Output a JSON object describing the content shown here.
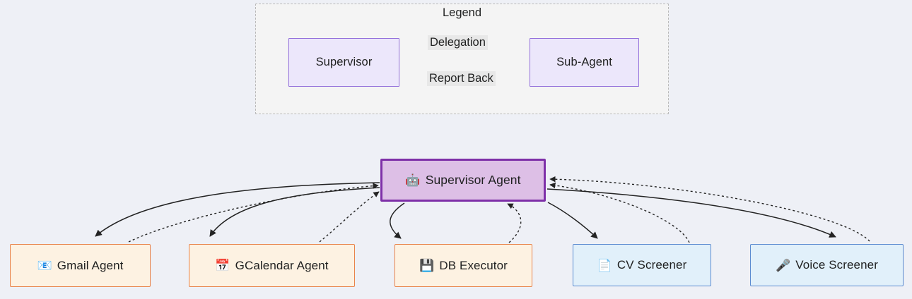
{
  "diagram": {
    "background_color": "#eef0f6",
    "legend": {
      "title": "Legend",
      "supervisor_label": "Supervisor",
      "subagent_label": "Sub-Agent",
      "delegation_label": "Delegation",
      "report_back_label": "Report Back",
      "border_color": "#b8b8b8",
      "node_fill": "#ece7fb",
      "node_border": "#9370db"
    },
    "supervisor": {
      "label": "Supervisor Agent",
      "icon": "robot-emoji",
      "icon_glyph": "🤖",
      "fill": "#ddbfe6",
      "border": "#7e30a8"
    },
    "agents": [
      {
        "id": "gmail",
        "label": "Gmail Agent",
        "icon": "email-emoji",
        "icon_glyph": "📧",
        "fill": "#fdf2e2",
        "border": "#e8834a"
      },
      {
        "id": "gcalendar",
        "label": "GCalendar Agent",
        "icon": "calendar-emoji",
        "icon_glyph": "📅",
        "fill": "#fdf2e2",
        "border": "#e8834a"
      },
      {
        "id": "db",
        "label": "DB Executor",
        "icon": "floppy-disk-emoji",
        "icon_glyph": "💾",
        "fill": "#fdf2e2",
        "border": "#e8834a"
      },
      {
        "id": "cv",
        "label": "CV Screener",
        "icon": "page-emoji",
        "icon_glyph": "📄",
        "fill": "#e1f0fa",
        "border": "#5b8bd0"
      },
      {
        "id": "voice",
        "label": "Voice Screener",
        "icon": "microphone-emoji",
        "icon_glyph": "🎤",
        "fill": "#e1f0fa",
        "border": "#5b8bd0"
      }
    ],
    "edges": {
      "delegation_style": "solid",
      "report_back_style": "dotted",
      "edge_color": "#232323"
    }
  }
}
